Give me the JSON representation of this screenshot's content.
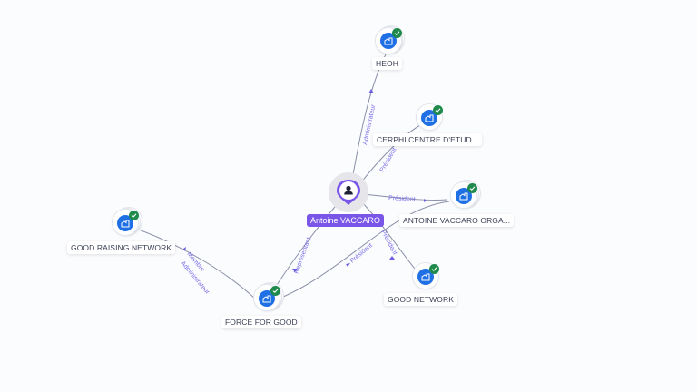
{
  "graph": {
    "center": {
      "name": "Antoine VACCARO",
      "type": "person",
      "icon": "person-icon",
      "color": "#7a56e8"
    },
    "nodes": [
      {
        "id": "heoh",
        "label": "HEOH",
        "icon": "company-icon",
        "verified": true
      },
      {
        "id": "cerphi",
        "label": "CERPHI CENTRE D'ETUD...",
        "icon": "company-icon",
        "verified": true
      },
      {
        "id": "avo",
        "label": "ANTOINE VACCARO ORGA...",
        "icon": "company-icon",
        "verified": true
      },
      {
        "id": "goodnet",
        "label": "GOOD NETWORK",
        "icon": "company-icon",
        "verified": true
      },
      {
        "id": "forcegood",
        "label": "FORCE FOR GOOD",
        "icon": "company-icon",
        "verified": true
      },
      {
        "id": "goodraising",
        "label": "GOOD RAISING NETWORK",
        "icon": "company-icon",
        "verified": true
      }
    ],
    "edges": [
      {
        "from": "center",
        "to": "heoh",
        "label": "Administrateur"
      },
      {
        "from": "center",
        "to": "cerphi",
        "label": "Président"
      },
      {
        "from": "center",
        "to": "avo",
        "label": "Président"
      },
      {
        "from": "center",
        "to": "goodnet",
        "label": "Président"
      },
      {
        "from": "center",
        "to": "forcegood",
        "label": "Représentant"
      },
      {
        "from": "avo",
        "to": "forcegood",
        "label": "Président"
      },
      {
        "from": "forcegood",
        "to": "goodraising",
        "label": "Membre / Administrateur"
      }
    ],
    "colors": {
      "org_icon": "#1f6fe5",
      "verified": "#1f8a4c",
      "edge": "#8a8fa8",
      "edge_label": "#7b6ee8"
    }
  }
}
